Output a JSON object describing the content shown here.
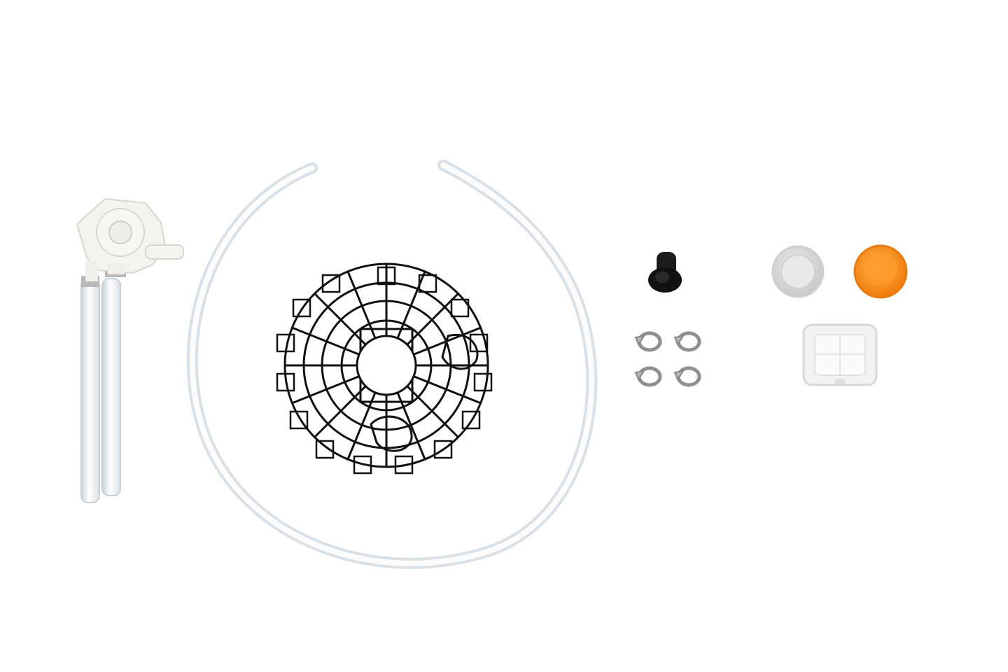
{
  "scene": {
    "background": "#ffffff",
    "items": [
      {
        "name": "hand-pump",
        "color": "#f4f3ee"
      },
      {
        "name": "clear-hose",
        "color": "#e9eef2"
      },
      {
        "name": "wire-cage-grid",
        "color": "#111111"
      },
      {
        "name": "black-drain-fitting",
        "color": "#161616"
      },
      {
        "name": "hose-clamps",
        "count": 4,
        "color": "#9a9a9a"
      },
      {
        "name": "white-cap",
        "color": "#d9d9d9"
      },
      {
        "name": "orange-cap",
        "color": "#f28a12"
      },
      {
        "name": "square-filter",
        "color": "#f1f1f1"
      }
    ]
  }
}
